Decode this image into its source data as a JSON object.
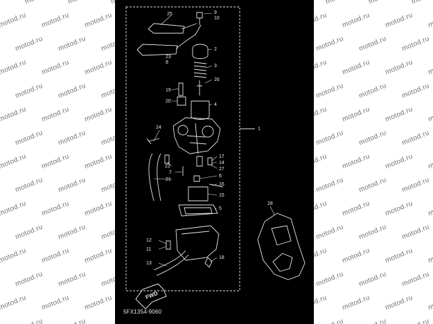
{
  "diagram": {
    "watermark_text": "motod.ru",
    "drawing_code": "5FX1354-9060",
    "fwd_label": "FWD",
    "callouts": [
      "25",
      "9",
      "10",
      "2",
      "23",
      "8",
      "3",
      "26",
      "19",
      "20",
      "4",
      "1",
      "24",
      "17",
      "14",
      "22",
      "27",
      "7",
      "6",
      "21",
      "16",
      "15",
      "5",
      "28",
      "12",
      "11",
      "18",
      "13"
    ],
    "colors": {
      "sheet": "#000000",
      "page": "#ffffff",
      "lines": "#e8e8e8",
      "watermark": "#5a5a5a"
    }
  }
}
